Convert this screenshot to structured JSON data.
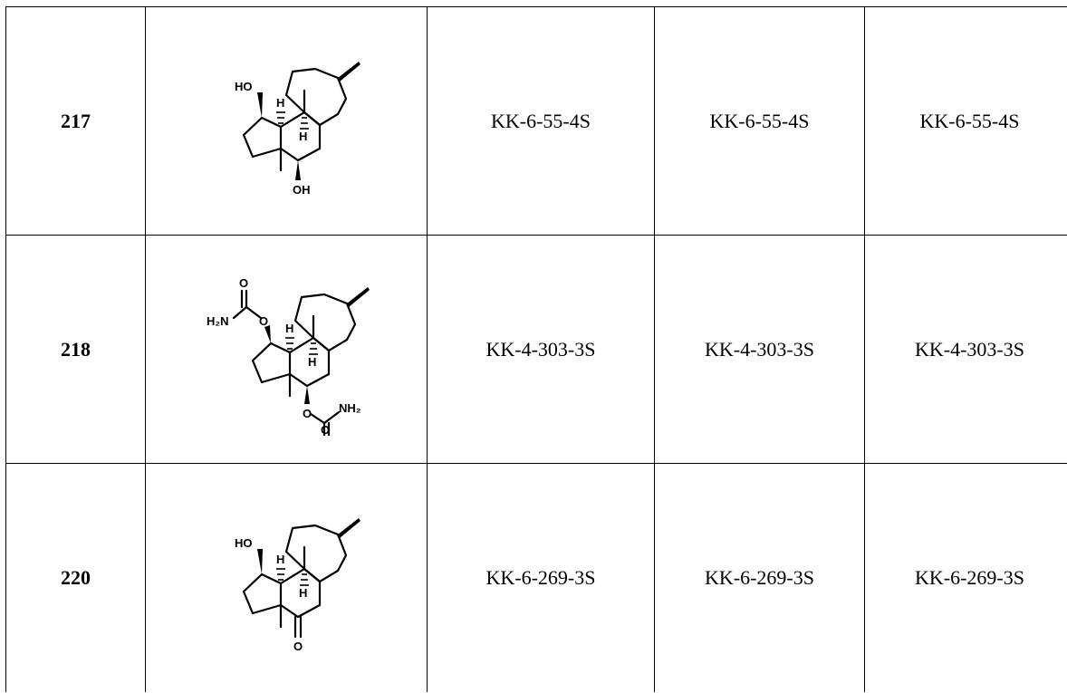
{
  "rows": [
    {
      "id": "217",
      "col3": "KK-6-55-4S",
      "col4": "KK-6-55-4S",
      "col5": "KK-6-55-4S",
      "structure": {
        "top_left_label": "HO",
        "h_label_1": "H",
        "h_label_2": "H",
        "bottom_label": "OH"
      }
    },
    {
      "id": "218",
      "col3": "KK-4-303-3S",
      "col4": "KK-4-303-3S",
      "col5": "KK-4-303-3S",
      "structure": {
        "h2n_label": "H₂N",
        "o_top": "O",
        "o_ester_top": "O",
        "h_label_1": "H",
        "h_label_2": "H",
        "o_ester_bottom": "O",
        "nh2_label": "NH₂",
        "o_bottom": "O"
      }
    },
    {
      "id": "220",
      "col3": "KK-6-269-3S",
      "col4": "KK-6-269-3S",
      "col5": "KK-6-269-3S",
      "structure": {
        "top_left_label": "HO",
        "h_label_1": "H",
        "h_label_2": "H",
        "ketone_label": "O"
      }
    }
  ]
}
